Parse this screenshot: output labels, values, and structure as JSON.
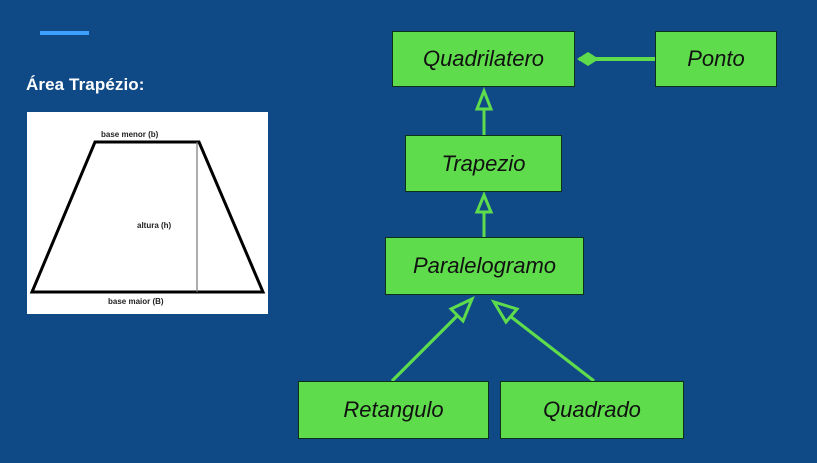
{
  "slide": {
    "accent_color": "#3ba0ff",
    "background_color": "#0f4a86"
  },
  "area_section": {
    "title": "Área Trapézio:",
    "figure": {
      "top_label": "base  menor (b)",
      "height_label": "altura (h)",
      "bottom_label": "base maior (B)"
    }
  },
  "uml_diagram": {
    "node_color": "#5fdc4c",
    "edge_color": "#5fdc4c",
    "nodes": {
      "quadrilatero": "Quadrilatero",
      "ponto": "Ponto",
      "trapezio": "Trapezio",
      "paralelogramo": "Paralelogramo",
      "retangulo": "Retangulo",
      "quadrado": "Quadrado"
    },
    "relationships": [
      {
        "from": "Quadrilatero",
        "to": "Ponto",
        "type": "composition"
      },
      {
        "from": "Trapezio",
        "to": "Quadrilatero",
        "type": "inheritance"
      },
      {
        "from": "Paralelogramo",
        "to": "Trapezio",
        "type": "inheritance"
      },
      {
        "from": "Retangulo",
        "to": "Paralelogramo",
        "type": "inheritance"
      },
      {
        "from": "Quadrado",
        "to": "Paralelogramo",
        "type": "inheritance"
      }
    ]
  }
}
